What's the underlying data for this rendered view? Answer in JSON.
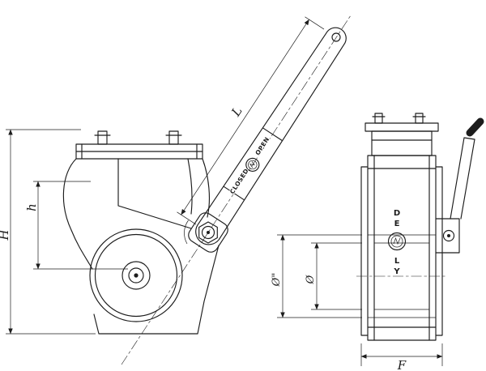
{
  "drawing": {
    "background": "#ffffff",
    "line_color": "#1c1c1c",
    "dim_labels": {
      "height_total": "H",
      "height_partial": "h",
      "lever_length": "L",
      "outer_diameter": "Ø\"",
      "inner_diameter": "Ø",
      "face_to_face": "F"
    },
    "lever_plate": {
      "open": "OPEN",
      "closed": "CLOSED"
    },
    "body_marking": {
      "l1": "D",
      "l2": "E",
      "l3": "L",
      "l4": "Y"
    }
  }
}
